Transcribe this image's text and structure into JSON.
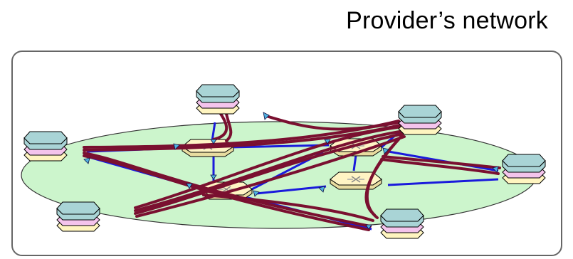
{
  "title": "Provider’s network",
  "nodes": [
    {
      "id": "edge-top",
      "kind": "edge-router"
    },
    {
      "id": "edge-top-right",
      "kind": "edge-router"
    },
    {
      "id": "edge-left",
      "kind": "edge-router"
    },
    {
      "id": "edge-right",
      "kind": "edge-router"
    },
    {
      "id": "edge-bottom-left",
      "kind": "edge-router"
    },
    {
      "id": "edge-bottom-right",
      "kind": "edge-router"
    },
    {
      "id": "core-top-left",
      "kind": "core-switch"
    },
    {
      "id": "core-top-right",
      "kind": "core-switch"
    },
    {
      "id": "core-bottom-left",
      "kind": "core-switch"
    },
    {
      "id": "core-bottom-right",
      "kind": "core-switch"
    }
  ],
  "colors": {
    "network_fill": "#ccf5cc",
    "physical_link": "#1a1adc",
    "virtual_path": "#7a1030",
    "stack_top": "#a9d4d6",
    "stack_middle": "#f4c4ec",
    "stack_bottom": "#fff5c0",
    "core_fill": "#fff4c4"
  }
}
